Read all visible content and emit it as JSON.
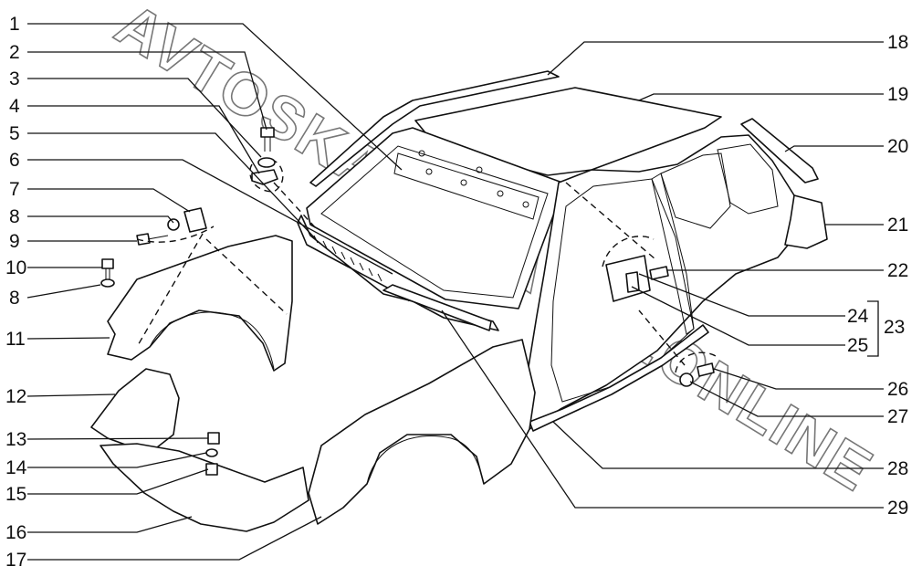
{
  "watermark": "AVTOSKAZKA.AGAT.ONLINE",
  "callouts": {
    "c1": "1",
    "c2": "2",
    "c3": "3",
    "c4": "4",
    "c5": "5",
    "c6": "6",
    "c7": "7",
    "c8a": "8",
    "c9": "9",
    "c10": "10",
    "c8b": "8",
    "c11": "11",
    "c12": "12",
    "c13": "13",
    "c14": "14",
    "c15": "15",
    "c16": "16",
    "c17": "17",
    "c18": "18",
    "c19": "19",
    "c20": "20",
    "c21": "21",
    "c22": "22",
    "c24": "24",
    "c23": "23",
    "c25": "25",
    "c26": "26",
    "c27": "27",
    "c28": "28",
    "c29": "29"
  }
}
